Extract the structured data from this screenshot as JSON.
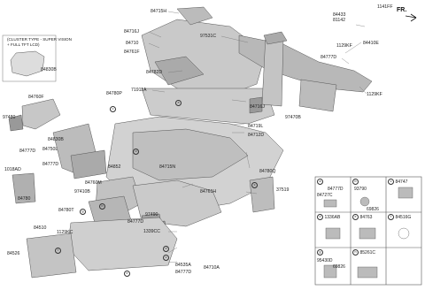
{
  "direction_label": "FR.",
  "cluster_note": "(CLUSTER TYPE - SUPER VISION\n+ FULL TFT LCD)",
  "labels": {
    "p84715H": "84715H",
    "p84716J_top": "84716J",
    "p84710": "84710",
    "p84761F": "84761F",
    "p97531C": "97531C",
    "p84782D": "84782D",
    "p71911A": "71911A",
    "p84433": "84433",
    "p81142": "81142",
    "p1141FF": "1141FF",
    "p1129KF_a": "1129KF",
    "p84410E": "84410E",
    "p84777D_top": "84777D",
    "p1129KF_b": "1129KF",
    "p97470B": "97470B",
    "p84716J_mid": "84716J",
    "p84719L": "84719L",
    "p84712D": "84712D",
    "p84830B_top": "84830B",
    "p84760F": "84760F",
    "p84780P": "84780P",
    "p97480": "97480",
    "p84830B": "84830B",
    "p84777D_l1": "84777D",
    "p84750L": "84750L",
    "p84777D_l2": "84777D",
    "p1018AD": "1018AD",
    "p84780": "84780",
    "p84852": "84852",
    "p84715N": "84715N",
    "p84780Q": "84780Q",
    "p37519": "37519",
    "p84760M": "84760M",
    "p97410B": "97410B",
    "p84761H": "84761H",
    "p84780T": "84780T",
    "p97490": "97490",
    "p84777D_mid": "84777D",
    "p1339CC": "1339CC",
    "p84510": "84510",
    "p1129KC": "1129KC",
    "p84526": "84526",
    "p84535A": "84535A",
    "p84777D_bot": "84777D",
    "p84710A": "84710A"
  },
  "callouts": [
    "a",
    "b",
    "c",
    "d",
    "e",
    "f",
    "g",
    "h"
  ],
  "table": {
    "a": {
      "letter": "a",
      "parts": [
        "84777D",
        "84727C"
      ]
    },
    "b": {
      "letter": "b",
      "parts": [
        "93790",
        "69826"
      ]
    },
    "c": {
      "letter": "c",
      "title": "84747"
    },
    "d": {
      "letter": "d",
      "title": "1336AB"
    },
    "e": {
      "letter": "e",
      "title": "84763"
    },
    "f": {
      "letter": "f",
      "title": "84516G"
    },
    "g": {
      "letter": "g",
      "parts": [
        "95430D",
        "69826"
      ]
    },
    "h": {
      "letter": "h",
      "title": "85261C"
    }
  }
}
